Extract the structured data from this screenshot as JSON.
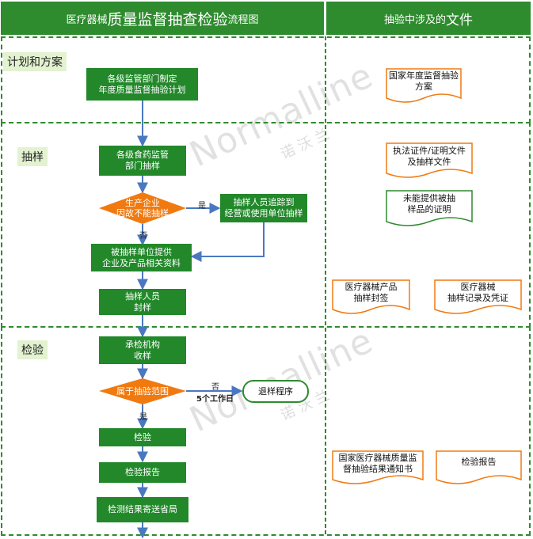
{
  "header": {
    "left_prefix": "医疗器械",
    "left_main": "质量监督抽查检验",
    "left_suffix": "流程图",
    "right_prefix": "抽验中涉及的",
    "right_main": "文件"
  },
  "stages": {
    "plan": "计划和方案",
    "sampling": "抽样",
    "inspection": "检验"
  },
  "flow": {
    "plan_box": [
      "各级监管部门制定",
      "年度质量监督抽验计划"
    ],
    "sample_box": [
      "各级食药监管",
      "部门抽样"
    ],
    "decision1": [
      "生产企业",
      "因故不能抽样"
    ],
    "yes1": "是",
    "no1": "否",
    "trace_box": [
      "抽样人员追踪到",
      "经营或使用单位抽样"
    ],
    "provide_box": [
      "被抽样单位提供",
      "企业及产品相关资料"
    ],
    "seal_box": [
      "抽样人员",
      "封样"
    ],
    "receive_box": [
      "承检机构",
      "收样"
    ],
    "decision2": "属于抽验范围",
    "no2": "否",
    "days2": "5个工作日",
    "return_box": "退样程序",
    "yes2": "是",
    "test_box": "检验",
    "report_box": "检验报告",
    "send_box": "检测结果寄送省局"
  },
  "documents": {
    "annual_plan": [
      "国家年度监督抽验",
      "方案"
    ],
    "law_cert": [
      "执法证件/证明文件",
      "及抽样文件"
    ],
    "no_sample_proof": [
      "未能提供被抽",
      "样品的证明"
    ],
    "seal_label": [
      "医疗器械产品",
      "抽样封签"
    ],
    "sample_record": [
      "医疗器械",
      "抽样记录及凭证"
    ],
    "result_notice": [
      "国家医疗器械质量监",
      "督抽验结果通知书"
    ],
    "test_report": "检验报告"
  },
  "watermark": {
    "brand": "Normalline",
    "brand_cn": "诺 沃 兰"
  },
  "colors": {
    "header": "#2e8b2e",
    "box": "#22882a",
    "decision": "#f07a10",
    "arrow": "#4a78c0",
    "doc_orange": "#f07a10",
    "doc_green": "#2f8a2f",
    "stage_bg": "#e3f2d0"
  }
}
